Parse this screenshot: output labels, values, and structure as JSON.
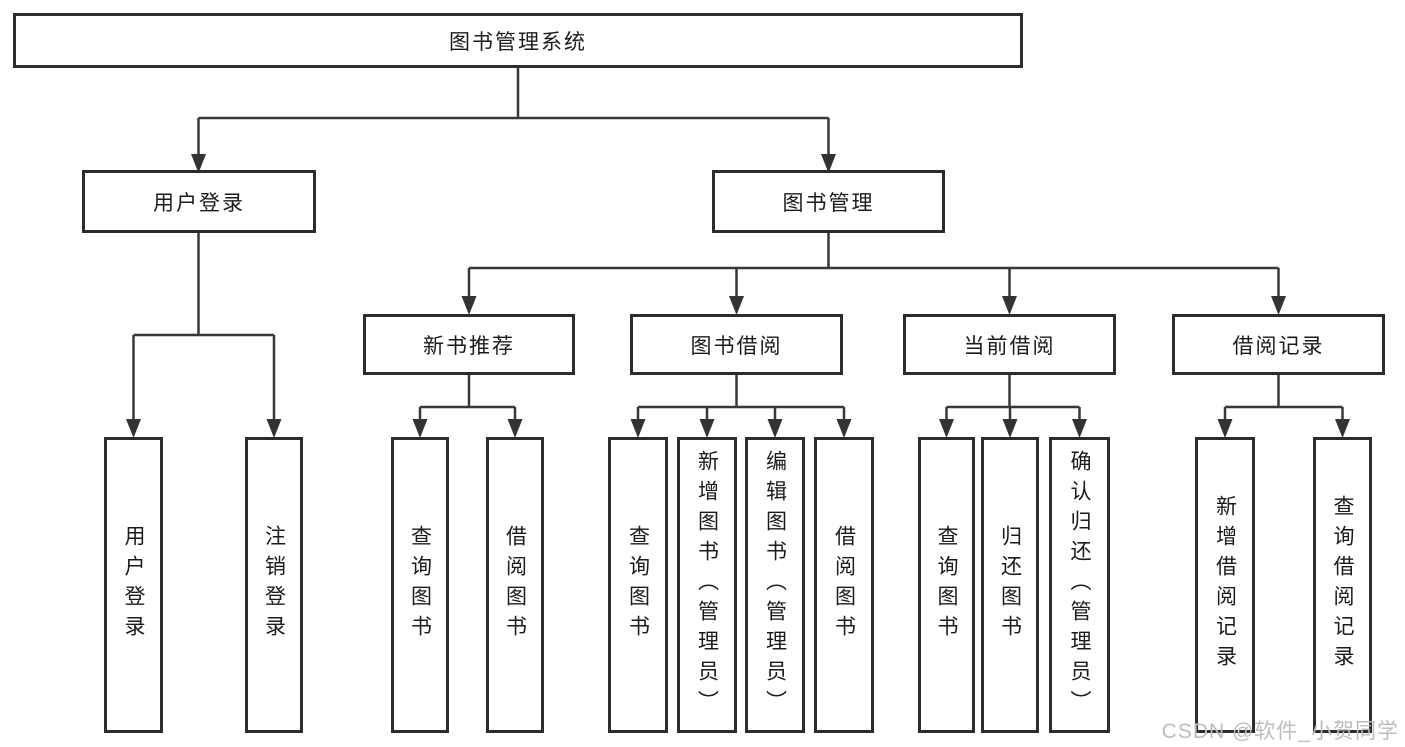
{
  "root": {
    "label": "图书管理系统"
  },
  "level2": {
    "user_login": {
      "label": "用户登录",
      "children": [
        "用户登录",
        "注销登录"
      ]
    },
    "book_mgmt": {
      "label": "图书管理"
    }
  },
  "level3": {
    "new_books": {
      "label": "新书推荐",
      "children": [
        "查询图书",
        "借阅图书"
      ]
    },
    "borrowing": {
      "label": "图书借阅",
      "children": [
        "查询图书",
        "新增图书（管理员）",
        "编辑图书（管理员）",
        "借阅图书"
      ]
    },
    "current": {
      "label": "当前借阅",
      "children": [
        "查询图书",
        "归还图书",
        "确认归还（管理员）"
      ]
    },
    "records": {
      "label": "借阅记录",
      "children": [
        "新增借阅记录",
        "查询借阅记录"
      ]
    }
  },
  "watermark": {
    "text": "CSDN @软件_小贺同学"
  },
  "colors": {
    "line": "#383838",
    "border": "#2c2c2c",
    "text": "#1b1b1b",
    "watermark_text": "#bdbdbd",
    "background": "#ffffff"
  }
}
